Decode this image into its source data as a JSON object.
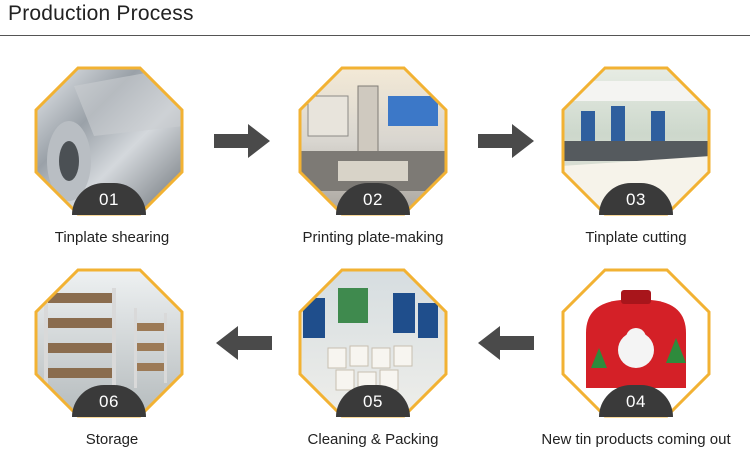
{
  "header": {
    "title": "Production Process"
  },
  "steps": [
    {
      "number": "01",
      "caption": "Tinplate shearing"
    },
    {
      "number": "02",
      "caption": "Printing plate-making"
    },
    {
      "number": "03",
      "caption": "Tinplate cutting"
    },
    {
      "number": "04",
      "caption": "New tin products coming out"
    },
    {
      "number": "05",
      "caption": "Cleaning & Packing"
    },
    {
      "number": "06",
      "caption": "Storage"
    }
  ],
  "colors": {
    "octagon_border": "#f2b233",
    "badge": "#3a3a3a",
    "arrow": "#4a4a4a"
  }
}
